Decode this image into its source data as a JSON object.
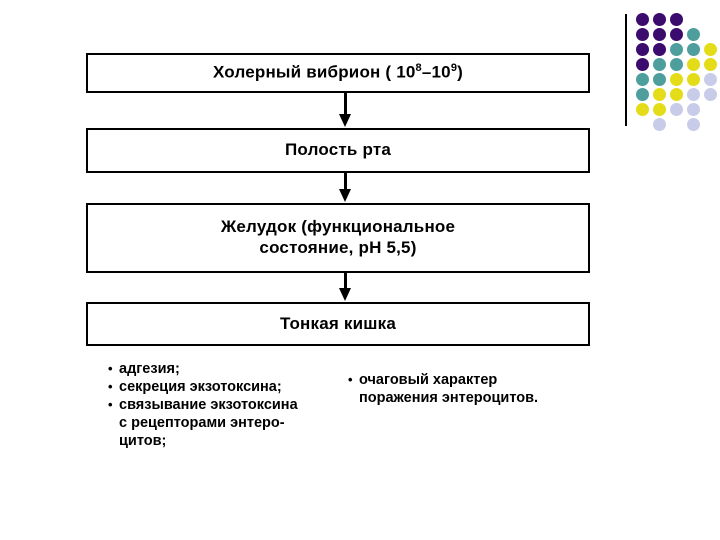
{
  "slide": {
    "background_color": "#ffffff",
    "flow": {
      "boxes": [
        {
          "id": "cholera-vibrio",
          "text": "Холерный вибрион ( 10",
          "sup1": "8",
          "dash": "–10",
          "sup2": "9",
          "tail": ")"
        },
        {
          "id": "oral-cavity",
          "text": "Полость рта"
        },
        {
          "id": "stomach",
          "text": "Желудок (функциональное\nсостояние, pH 5,5)"
        },
        {
          "id": "small-intestine",
          "text": "Тонкая кишка"
        }
      ],
      "arrows": [
        {
          "id": "arrow-1",
          "direction": "down"
        },
        {
          "id": "arrow-2",
          "direction": "down"
        },
        {
          "id": "arrow-3",
          "direction": "down"
        }
      ]
    },
    "bullets_left": [
      "адгезия;",
      "секреция экзотоксина;",
      "связывание экзотоксина\nс рецепторами энтеро-\nцитов;"
    ],
    "bullets_right": [
      "очаговый характер\nпоражения энтероцитов."
    ],
    "logo": {
      "name": "dot-grid-logo",
      "rule_color": "#000000",
      "colors": {
        "purple": "#3C0B6E",
        "teal": "#4E9E9E",
        "yellow": "#E4DC18",
        "lavender": "#C9CCE8"
      },
      "dots": [
        {
          "r": 0,
          "c": 0,
          "color": "purple"
        },
        {
          "r": 0,
          "c": 1,
          "color": "purple"
        },
        {
          "r": 0,
          "c": 2,
          "color": "purple"
        },
        {
          "r": 1,
          "c": 0,
          "color": "purple"
        },
        {
          "r": 1,
          "c": 1,
          "color": "purple"
        },
        {
          "r": 1,
          "c": 2,
          "color": "purple"
        },
        {
          "r": 1,
          "c": 3,
          "color": "teal"
        },
        {
          "r": 2,
          "c": 0,
          "color": "purple"
        },
        {
          "r": 2,
          "c": 1,
          "color": "purple"
        },
        {
          "r": 2,
          "c": 2,
          "color": "teal"
        },
        {
          "r": 2,
          "c": 3,
          "color": "teal"
        },
        {
          "r": 2,
          "c": 4,
          "color": "yellow"
        },
        {
          "r": 3,
          "c": 0,
          "color": "purple"
        },
        {
          "r": 3,
          "c": 1,
          "color": "teal"
        },
        {
          "r": 3,
          "c": 2,
          "color": "teal"
        },
        {
          "r": 3,
          "c": 3,
          "color": "yellow"
        },
        {
          "r": 3,
          "c": 4,
          "color": "yellow"
        },
        {
          "r": 4,
          "c": 0,
          "color": "teal"
        },
        {
          "r": 4,
          "c": 1,
          "color": "teal"
        },
        {
          "r": 4,
          "c": 2,
          "color": "yellow"
        },
        {
          "r": 4,
          "c": 3,
          "color": "yellow"
        },
        {
          "r": 4,
          "c": 4,
          "color": "lavender"
        },
        {
          "r": 5,
          "c": 0,
          "color": "teal"
        },
        {
          "r": 5,
          "c": 1,
          "color": "yellow"
        },
        {
          "r": 5,
          "c": 2,
          "color": "yellow"
        },
        {
          "r": 5,
          "c": 3,
          "color": "lavender"
        },
        {
          "r": 5,
          "c": 4,
          "color": "lavender"
        },
        {
          "r": 6,
          "c": 0,
          "color": "yellow"
        },
        {
          "r": 6,
          "c": 1,
          "color": "yellow"
        },
        {
          "r": 6,
          "c": 2,
          "color": "lavender"
        },
        {
          "r": 6,
          "c": 3,
          "color": "lavender"
        },
        {
          "r": 7,
          "c": 1,
          "color": "lavender"
        },
        {
          "r": 7,
          "c": 3,
          "color": "lavender"
        }
      ]
    }
  }
}
